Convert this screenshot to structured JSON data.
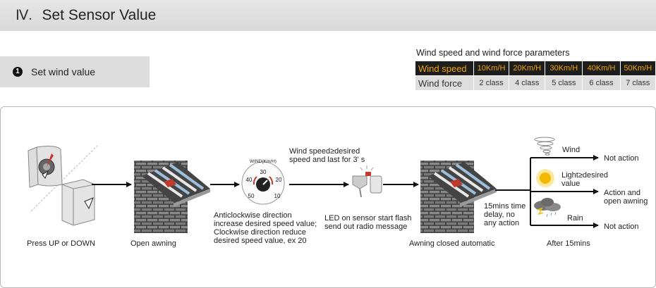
{
  "header": {
    "numeral": "Ⅳ.",
    "title": "Set Sensor Value"
  },
  "section": {
    "bullet": "1",
    "label": "Set wind value"
  },
  "table": {
    "title": "Wind speed and wind force parameters",
    "speed_header": "Wind speed",
    "speeds": [
      "10Km/H",
      "20Km/H",
      "30Km/H",
      "40Km/H",
      "50Km/H"
    ],
    "force_header": "Wind force",
    "forces": [
      "2 class",
      "4 class",
      "5 class",
      "6 class",
      "7 class"
    ],
    "colors": {
      "speed_bg": "#1e1e1e",
      "speed_text": "#f2a500",
      "force_bg": "#dedede"
    }
  },
  "diagram": {
    "press_label": "Press UP or DOWN",
    "open_label": "Open awning",
    "dial": {
      "title": "WIND(Km/H)",
      "marks": [
        "30",
        "40",
        "20",
        "50",
        "10"
      ]
    },
    "dial_note": [
      "Anticlockwise direction",
      "increase desired speed value;",
      "Clockwise direction reduce",
      "desired speed value, ex 20"
    ],
    "speed_note": [
      "Wind speed≥desired",
      "speed and last for 3' s"
    ],
    "led_note": [
      "LED on sensor start flash",
      "send out radio message"
    ],
    "closed_label": "Awning closed automatic",
    "delay_note": [
      "15mins time",
      "delay, no",
      "any action"
    ],
    "after_label": "After 15mins",
    "outcomes": [
      {
        "condition": [
          "Wind"
        ],
        "action": [
          "Not action"
        ],
        "icon": "tornado-icon"
      },
      {
        "condition": [
          "Light≥desired",
          "value"
        ],
        "action": [
          "Action and",
          "open awning"
        ],
        "icon": "sun-icon"
      },
      {
        "condition": [
          "Rain"
        ],
        "action": [
          "Not action"
        ],
        "icon": "rain-cloud-icon"
      }
    ]
  }
}
